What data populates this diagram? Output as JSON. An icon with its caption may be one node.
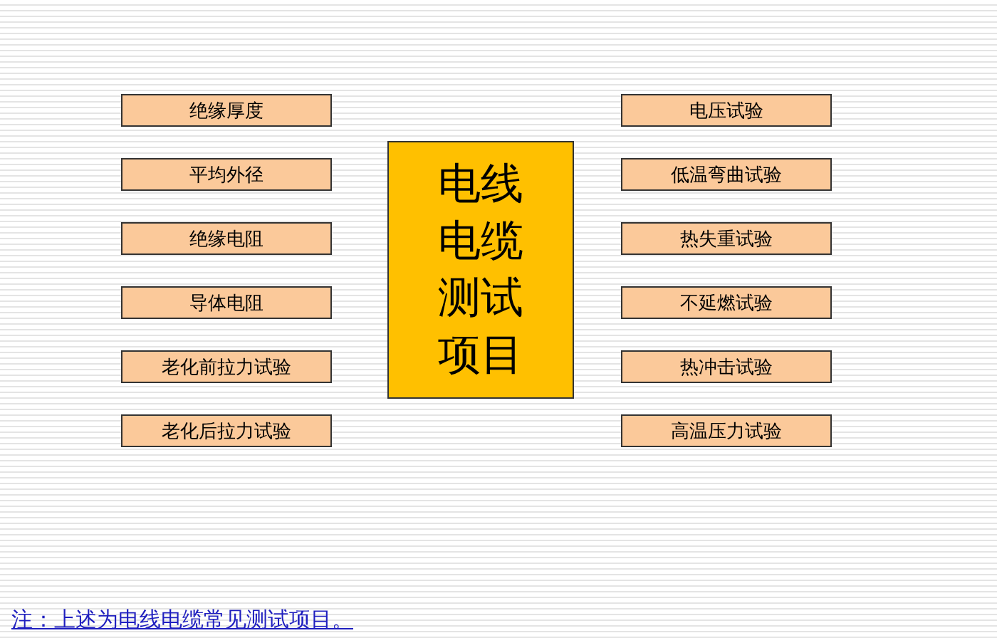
{
  "diagram": {
    "caption": "注：上述为电线电缆常见测试项目。",
    "nodes": [
      {
        "text": [
          "绝缘厚度"
        ]
      },
      {
        "text": [
          "平均外径"
        ]
      },
      {
        "text": [
          "绝缘电阻"
        ]
      },
      {
        "text": [
          "导体电阻"
        ]
      },
      {
        "text": [
          "老化前拉力试验"
        ]
      },
      {
        "text": [
          "老化后拉力试验"
        ]
      },
      {
        "text": [
          "电线电缆测试项目"
        ]
      },
      {
        "text": [
          "电压试验"
        ]
      },
      {
        "text": [
          "低温弯曲试验"
        ]
      },
      {
        "text": [
          "热失重试验"
        ]
      },
      {
        "text": [
          "不延燃试验"
        ]
      },
      {
        "text": [
          "热冲击试验"
        ]
      },
      {
        "text": [
          "高温压力试验"
        ]
      }
    ]
  }
}
